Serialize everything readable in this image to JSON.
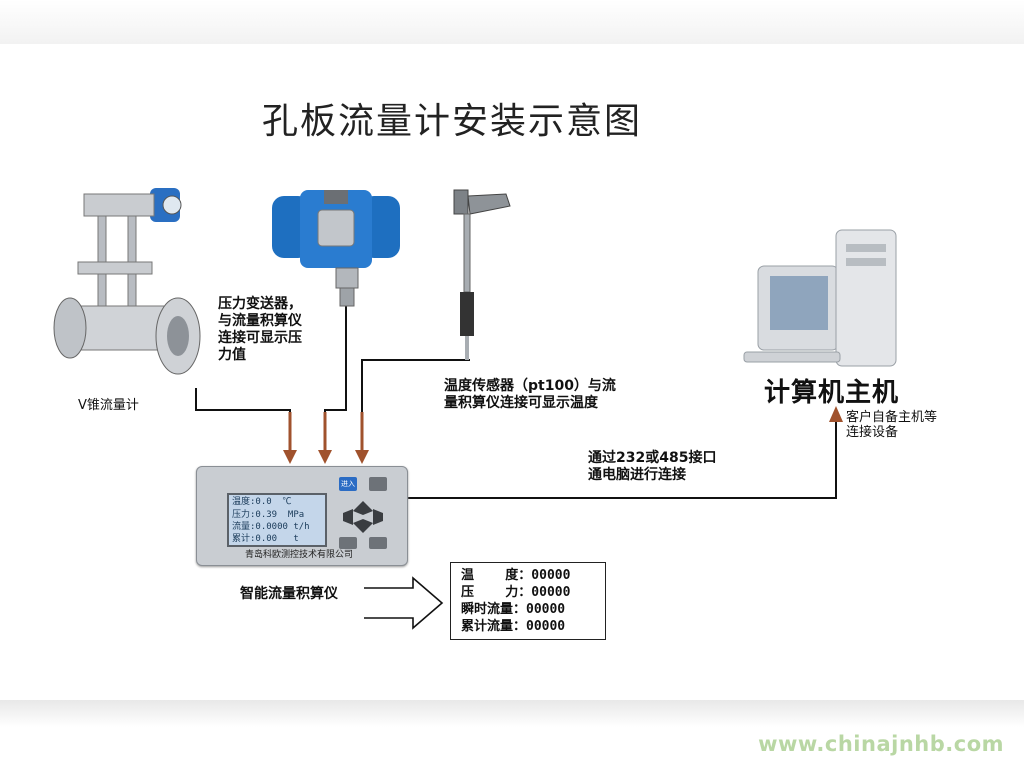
{
  "title": "孔板流量计安装示意图",
  "v_cone_label": "V锥流量计",
  "pressure_transmitter_label": "压力变送器，\n与流量积算仪\n连接可显示压\n力值",
  "temperature_sensor_label": "温度传感器（pt100）与流\n量积算仪连接可显示温度",
  "computer_label": "计算机主机",
  "computer_note": "客户自备主机等\n连接设备",
  "connection_note": "通过232或485接口\n通电脑进行连接",
  "integrator_label": "智能流量积算仪",
  "integrator_screen": {
    "lines": [
      "温度:0.0  ℃",
      "压力:0.39  MPa",
      "流量:0.0000 t/h",
      "累计:0.00   t"
    ],
    "brand": "青岛科欧测控技术有限公司",
    "enter_key": "进入",
    "colors": {
      "body": "#c9cdd2",
      "screen": "#c4d6ea",
      "blue_key": "#2b6cc4"
    }
  },
  "readout": {
    "lines": [
      "温    度：00000",
      "压    力：00000",
      "瞬时流量：00000",
      "累计流量：00000"
    ]
  },
  "watermark": "www.chinajnhb.com",
  "colors": {
    "arrow": "#a0522d",
    "transmitter_blue": "#1e6fc0",
    "watermark": "#b9d7a4"
  }
}
